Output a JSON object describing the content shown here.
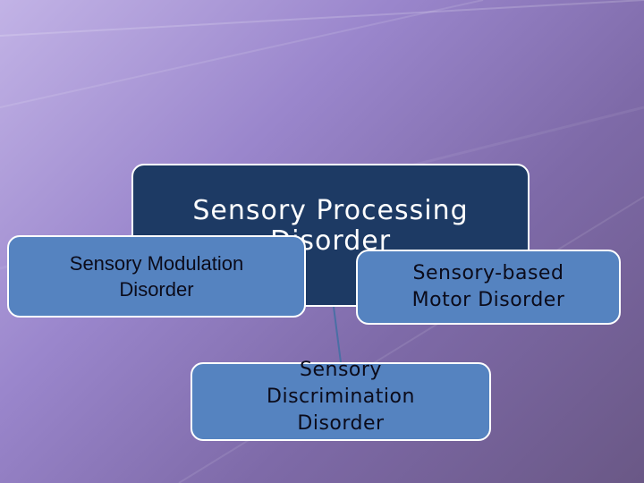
{
  "diagram": {
    "root": {
      "label": "Sensory Processing\nDisorder"
    },
    "children": [
      {
        "label": "Sensory Modulation\nDisorder"
      },
      {
        "label": "Sensory-based\nMotor Disorder"
      },
      {
        "label": "Sensory\nDiscrimination\nDisorder"
      }
    ]
  },
  "colors": {
    "root_fill": "#1d3a64",
    "child_fill": "#5583c0",
    "border": "#ffffff",
    "background": "#9a86cc"
  }
}
